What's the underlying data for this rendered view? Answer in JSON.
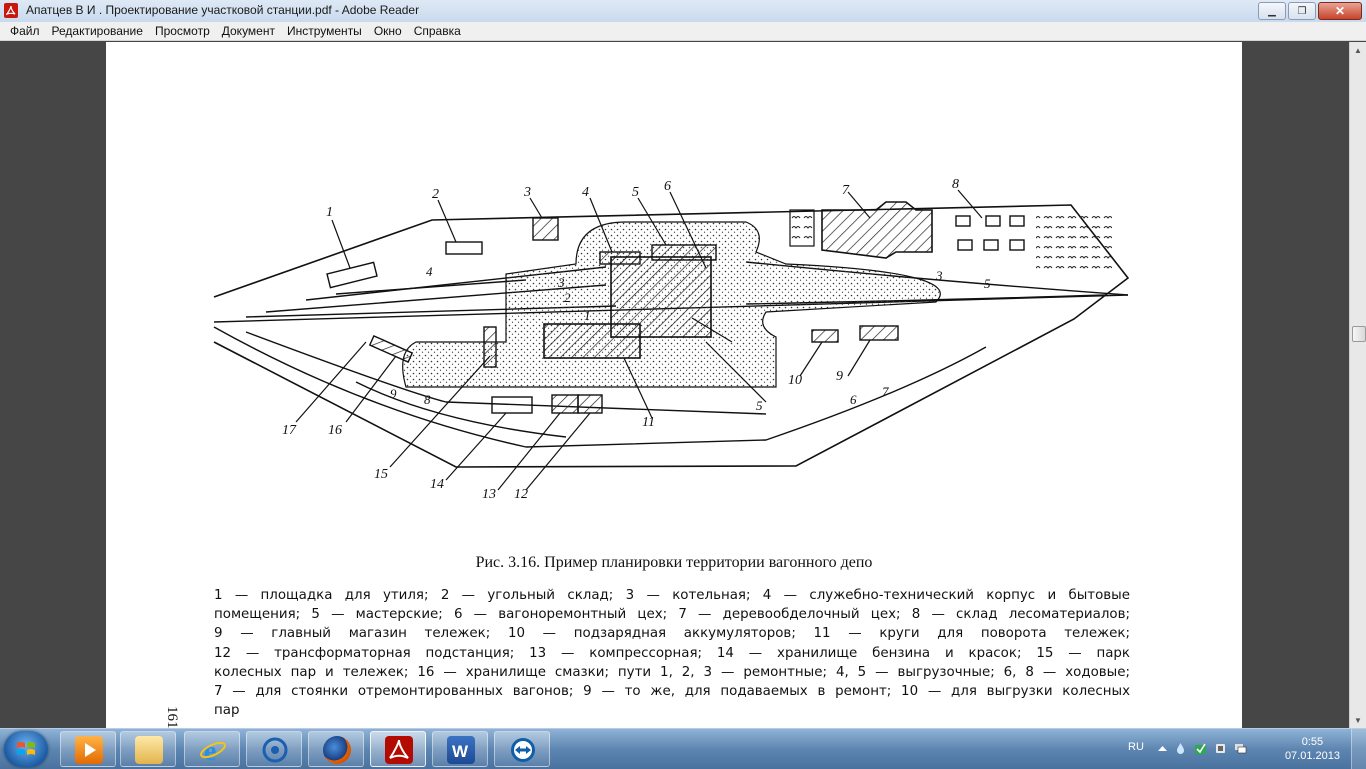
{
  "window": {
    "title": "Апатцев В И . Проектирование участковой станции.pdf - Adobe Reader",
    "controls": [
      "minimize",
      "maximize",
      "close"
    ]
  },
  "menu": {
    "items": [
      "Файл",
      "Редактирование",
      "Просмотр",
      "Документ",
      "Инструменты",
      "Окно",
      "Справка"
    ]
  },
  "document": {
    "figure_numbers": [
      "1",
      "2",
      "3",
      "4",
      "5",
      "6",
      "7",
      "8",
      "9",
      "10",
      "11",
      "12",
      "13",
      "14",
      "15",
      "16",
      "17"
    ],
    "track_numbers": [
      "1",
      "2",
      "3",
      "4",
      "5",
      "6",
      "7",
      "8",
      "9",
      "3",
      "5"
    ],
    "caption": "Рис. 3.16. Пример планировки территории вагонного депо",
    "legend_lines": [
      "1 — площадка для утиля; 2 — угольный склад; 3 — котельная; 4 — служебно-технический корпус и бытовые",
      "помещения; 5 — мастерские; 6 — вагоноремонтный цех; 7 — деревообделочный цех; 8 — склад лесоматериалов;",
      "9 — главный магазин тележек; 10 — подзарядная аккумуляторов; 11 — круги для поворота тележек;",
      "12 — трансформаторная подстанция; 13 — компрессорная; 14 — хранилище бензина и красок; 15 — парк",
      "колесных пар и тележек; 16 — хранилище смазки; пути 1, 2, 3 — ремонтные; 4, 5 — выгрузочные; 6, 8 — ходовые;",
      "7 — для стоянки отремонтированных вагонов; 9 — то же, для подаваемых в ремонт; 10 — для выгрузки колесных",
      "пар"
    ],
    "page_number": "161"
  },
  "taskbar": {
    "apps": [
      {
        "icon": "media-player-icon"
      },
      {
        "icon": "explorer-icon"
      },
      {
        "icon": "internet-explorer-icon"
      },
      {
        "icon": "qip-icon"
      },
      {
        "icon": "firefox-icon"
      },
      {
        "icon": "adobe-reader-icon",
        "active": true
      },
      {
        "icon": "word-icon"
      },
      {
        "icon": "teamviewer-icon"
      }
    ],
    "language": "RU",
    "time": "0:55",
    "date": "07.01.2013"
  }
}
